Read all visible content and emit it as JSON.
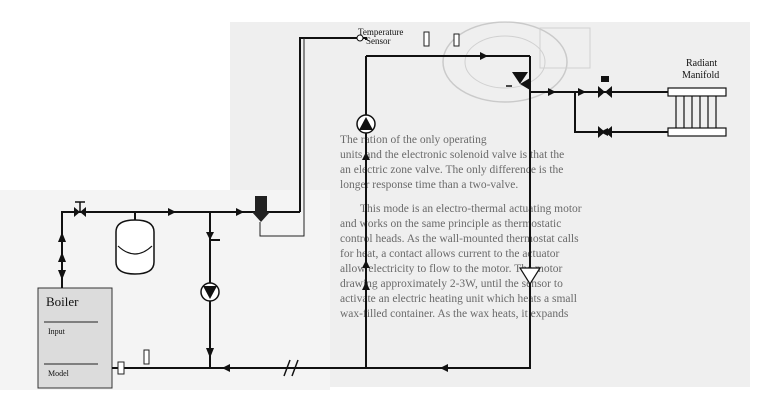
{
  "labels": {
    "temperature": "Temperature",
    "sensor": "Sensor",
    "radiant": "Radiant",
    "manifold": "Manifold",
    "boiler": "Boiler",
    "input": "Input",
    "model": "Model"
  },
  "background_text": [
    "The              ration of the only operating",
    "units and the electronic solenoid valve is that the",
    "an electric zone valve. The only difference is the",
    "longer response time than a two-valve.",
    "This mode is an electro-thermal actuating motor",
    "and works on the same principle as thermostatic",
    "control heads. As the wall-mounted thermostat calls",
    "for heat, a contact allows current to the actuator",
    "allow electricity to flow to the motor. The motor",
    "drawing approximately 2-3W, until the sensor to",
    "activate an electric heating unit which heats a small",
    "wax-filled container. As the wax heats, it expands"
  ],
  "colors": {
    "pipe": "#111111",
    "page_shade": "#eeeeee"
  }
}
